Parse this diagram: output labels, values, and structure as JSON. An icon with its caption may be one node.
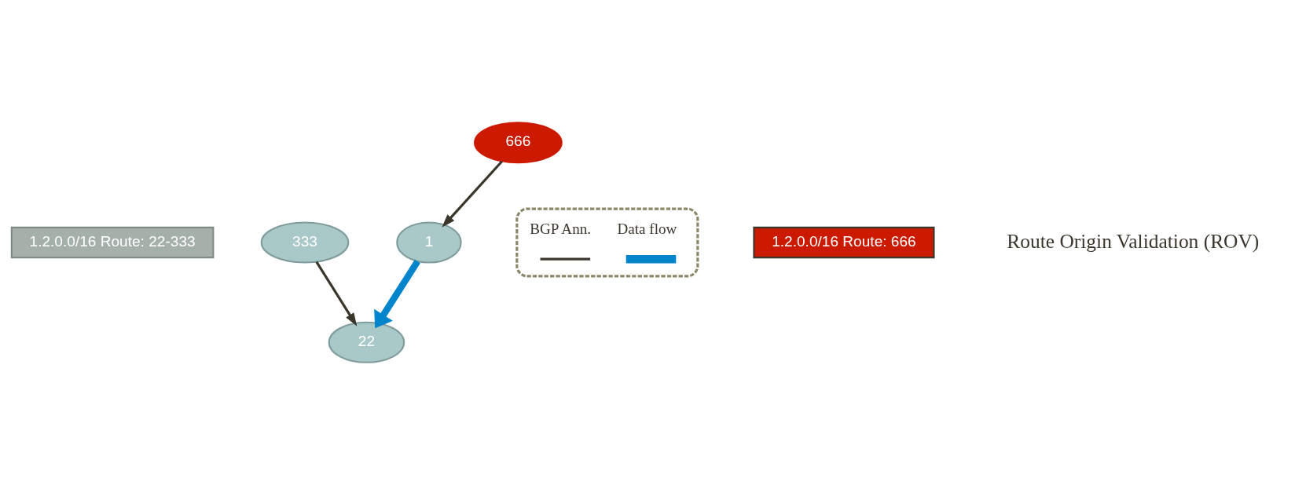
{
  "diagram": {
    "nodes": [
      {
        "text": [
          "1.2.0.0/16 Route: 22-333"
        ]
      },
      {
        "text": [
          "1"
        ]
      },
      {
        "text": [
          "1.2.0.0/16 Route: 666"
        ]
      },
      {
        "text": [
          "22"
        ]
      },
      {
        "text": [
          "666"
        ]
      },
      {
        "text": [
          "333"
        ]
      }
    ],
    "edges": [
      {
        "from": 1,
        "to": 3,
        "arrow": "to",
        "style": "thick",
        "color": "#0084cc"
      },
      {
        "from": 4,
        "to": 1,
        "arrow": "to"
      },
      {
        "from": 5,
        "to": 3,
        "arrow": "to"
      }
    ],
    "labels": [
      "Route Origin Validation (ROV)"
    ],
    "legend": [
      {
        "text": "BGP Ann."
      },
      {
        "text": "Data flow"
      }
    ]
  }
}
